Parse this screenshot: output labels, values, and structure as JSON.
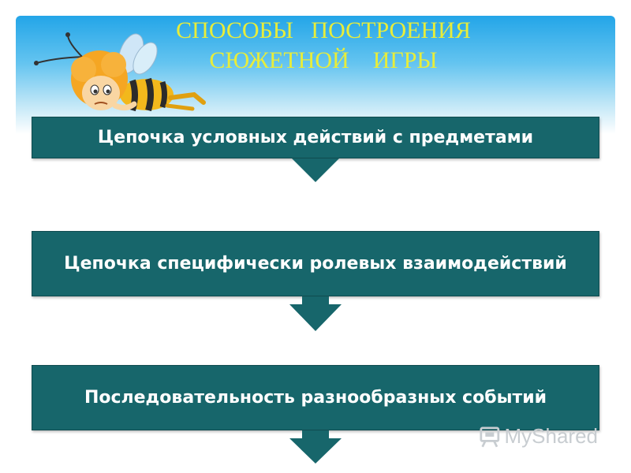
{
  "title": {
    "line1": "СПОСОБЫ   ПОСТРОЕНИЯ",
    "line2": "СЮЖЕТНОЙ    ИГРЫ"
  },
  "steps": [
    "Цепочка условных действий с предметами",
    "Цепочка специфически ролевых взаимодействий",
    "Последовательность разнообразных событий"
  ],
  "watermark": "MyShared",
  "colors": {
    "bar": "#17666b",
    "title": "#e8ed3a",
    "sky": "#23a5e8"
  },
  "icons": {
    "mascot": "bee-icon",
    "watermark": "myshared-logo-icon"
  }
}
